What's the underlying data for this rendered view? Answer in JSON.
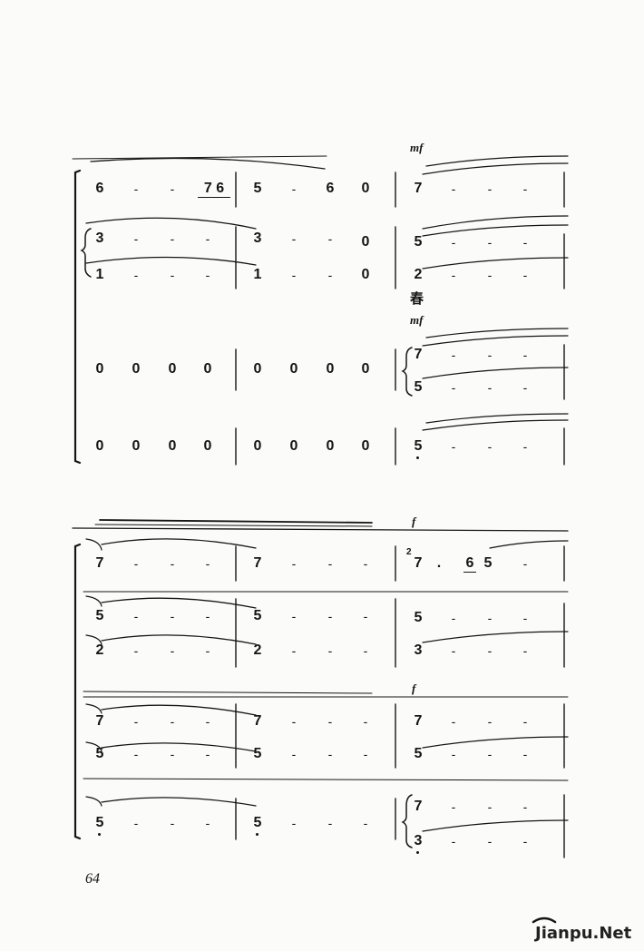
{
  "page": {
    "page_number": "64",
    "watermark": "Jianpu.Net"
  },
  "dynamics": {
    "mf": "mf",
    "f": "f"
  },
  "lyrics": {
    "chun": "春"
  },
  "system1": {
    "row1": [
      "6",
      "-",
      "-",
      "7 6",
      "5",
      "-",
      "6",
      "0",
      "7",
      "-",
      "-",
      "-"
    ],
    "row2": [
      "3",
      "-",
      "-",
      "-",
      "3",
      "-",
      "-",
      "0",
      "5",
      "-",
      "-",
      "-"
    ],
    "row3": [
      "1",
      "-",
      "-",
      "-",
      "1",
      "-",
      "-",
      "0",
      "2",
      "-",
      "-",
      "-"
    ],
    "row4": [
      "0",
      "0",
      "0",
      "0",
      "0",
      "0",
      "0",
      "0"
    ],
    "row4_chord": [
      "7",
      "5"
    ],
    "row5": [
      "0",
      "0",
      "0",
      "0",
      "0",
      "0",
      "0",
      "0",
      "5"
    ]
  },
  "system2": {
    "row1": [
      "7",
      "-",
      "-",
      "-",
      "7",
      "-",
      "-",
      "-",
      "7",
      ".",
      "6",
      "5",
      "-"
    ],
    "grace": "2",
    "row2": [
      "5",
      "-",
      "-",
      "-",
      "5",
      "-",
      "-",
      "-",
      "5",
      "-",
      "-",
      "-"
    ],
    "row3": [
      "2",
      "-",
      "-",
      "-",
      "2",
      "-",
      "-",
      "-",
      "3",
      "-",
      "-",
      "-"
    ],
    "row4": [
      "7",
      "-",
      "-",
      "-",
      "7",
      "-",
      "-",
      "-",
      "7",
      "-",
      "-",
      "-"
    ],
    "row5": [
      "5",
      "-",
      "-",
      "-",
      "5",
      "-",
      "-",
      "-",
      "5",
      "-",
      "-",
      "-"
    ],
    "row6": [
      "5",
      "-",
      "-",
      "-",
      "5",
      "-",
      "-",
      "-"
    ],
    "row6_chord": [
      "7",
      "3"
    ]
  }
}
